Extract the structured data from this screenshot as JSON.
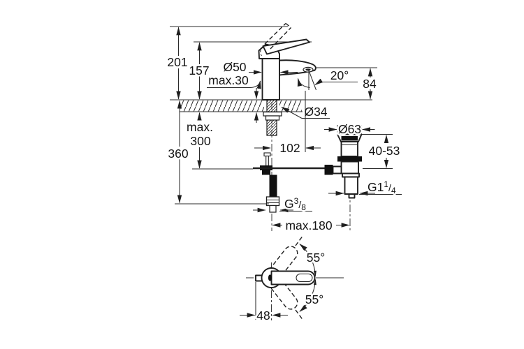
{
  "meta": {
    "title": "Single-lever basin mixer with pop-up waste - dimensional drawing",
    "views": [
      "side view",
      "top view"
    ]
  },
  "labels": {
    "height_overall": "201",
    "height_body": "157",
    "body_diameter": "Ø50",
    "deck_thickness": "max.30",
    "spout_angle": "20°",
    "spout_outlet_height": "84",
    "hole_diameter": "Ø34",
    "spout_projection": "102",
    "under_counter_line1": "max.",
    "under_counter_line2": "300",
    "hose_clearance": "360",
    "waste_flange_diameter": "Ø63",
    "waste_adjustment": "40-53",
    "waste_thread": {
      "g": "G1",
      "sup": "1",
      "slash": "/",
      "sub": "4"
    },
    "supply_thread": {
      "g": "G",
      "sup": "3",
      "slash": "/",
      "sub": "8"
    },
    "rod_reach": "max.180",
    "swivel_up": "55°",
    "swivel_down": "55°",
    "spout_offset": "48"
  }
}
